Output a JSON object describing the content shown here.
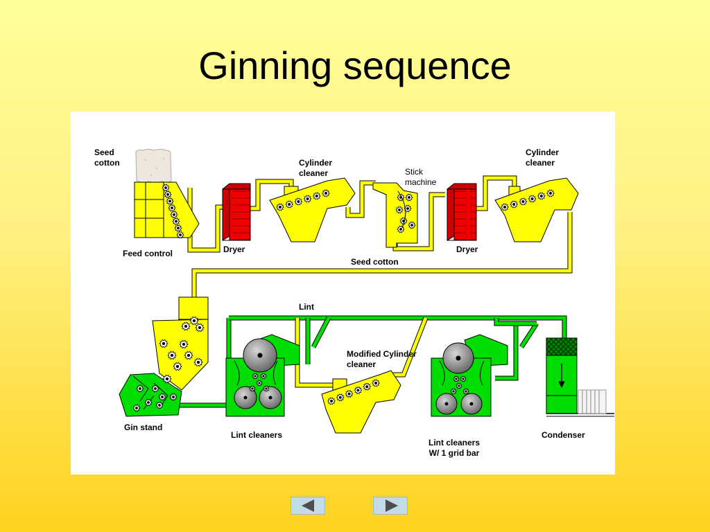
{
  "slide": {
    "title": "Ginning sequence"
  },
  "labels": {
    "seed_cotton_top": "Seed\ncotton",
    "feed_control": "Feed control",
    "dryer_1": "Dryer",
    "cylinder_cleaner_1": "Cylinder\ncleaner",
    "stick_machine": "Stick\nmachine",
    "dryer_2": "Dryer",
    "cylinder_cleaner_2": "Cylinder\ncleaner",
    "seed_cotton_pipe": "Seed cotton",
    "lint": "Lint",
    "modified_cylinder_cleaner": "Modified Cylinder\ncleaner",
    "gin_stand": "Gin stand",
    "lint_cleaners": "Lint cleaners",
    "lint_cleaners_grid": "Lint cleaners\nW/ 1 grid bar",
    "condenser": "Condenser"
  },
  "colors": {
    "machine_yellow": "#FFFF00",
    "machine_green": "#00EE00",
    "dryer_red": "#EE0000",
    "roller_gray": "#7A7A7A",
    "pipe_yellow": "#FFFF00",
    "pipe_green": "#00DD00"
  },
  "navigation": {
    "previous_icon": "triangle-left-icon",
    "next_icon": "triangle-right-icon"
  }
}
